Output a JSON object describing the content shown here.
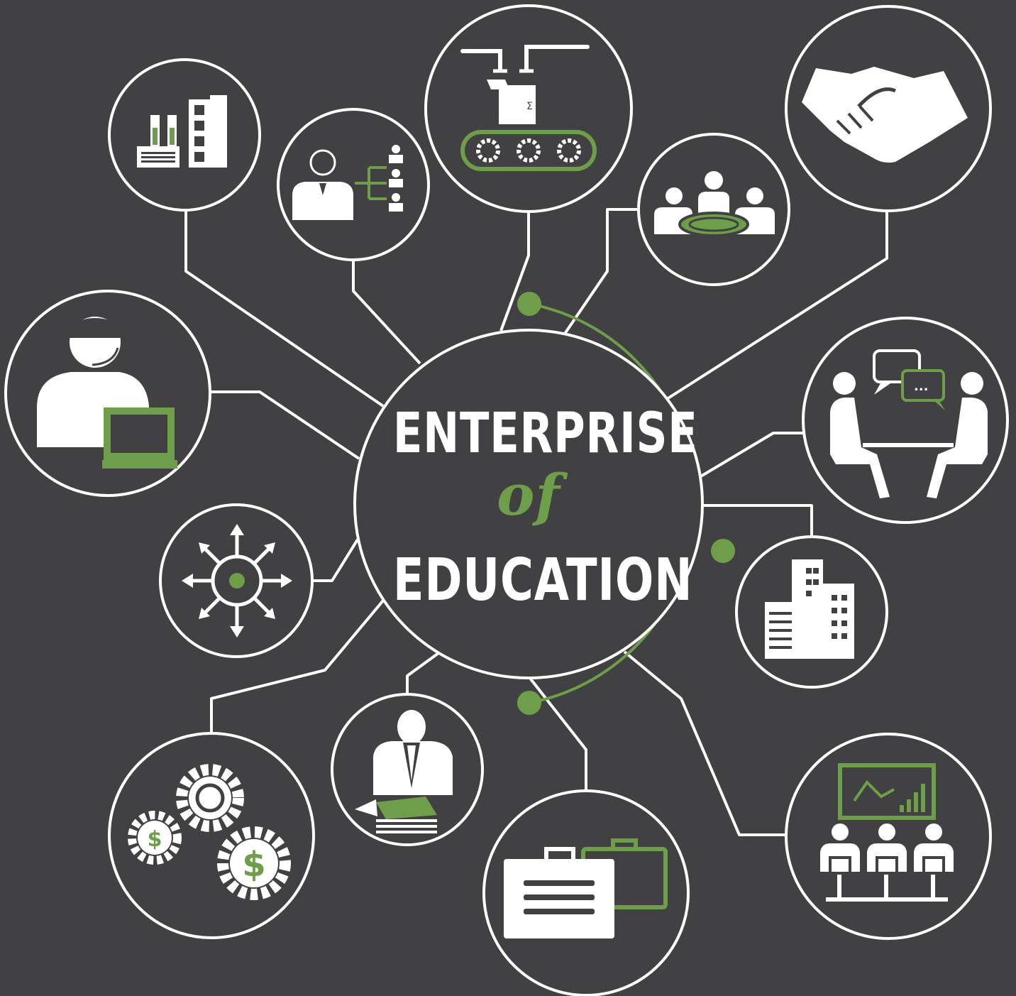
{
  "title": {
    "line1": "ENTERPRISE",
    "line2": "of",
    "line3": "EDUCATION"
  },
  "colors": {
    "background": "#414143",
    "line": "#ffffff",
    "accent": "#6e9e49"
  },
  "nodes": [
    {
      "id": "factory",
      "icon": "factory-icon"
    },
    {
      "id": "hierarchy",
      "icon": "org-hierarchy-icon"
    },
    {
      "id": "assembly",
      "icon": "conveyor-robot-icon"
    },
    {
      "id": "meeting",
      "icon": "team-meeting-table-icon"
    },
    {
      "id": "handshake",
      "icon": "handshake-icon"
    },
    {
      "id": "support",
      "icon": "support-agent-laptop-icon"
    },
    {
      "id": "conversation",
      "icon": "conversation-icon"
    },
    {
      "id": "distribution",
      "icon": "distribution-arrows-icon"
    },
    {
      "id": "buildings",
      "icon": "office-buildings-icon"
    },
    {
      "id": "finance",
      "icon": "gears-dollar-icon"
    },
    {
      "id": "businessman",
      "icon": "businessman-papers-icon"
    },
    {
      "id": "briefcase",
      "icon": "briefcase-icon"
    },
    {
      "id": "presentation",
      "icon": "presentation-audience-icon"
    }
  ]
}
